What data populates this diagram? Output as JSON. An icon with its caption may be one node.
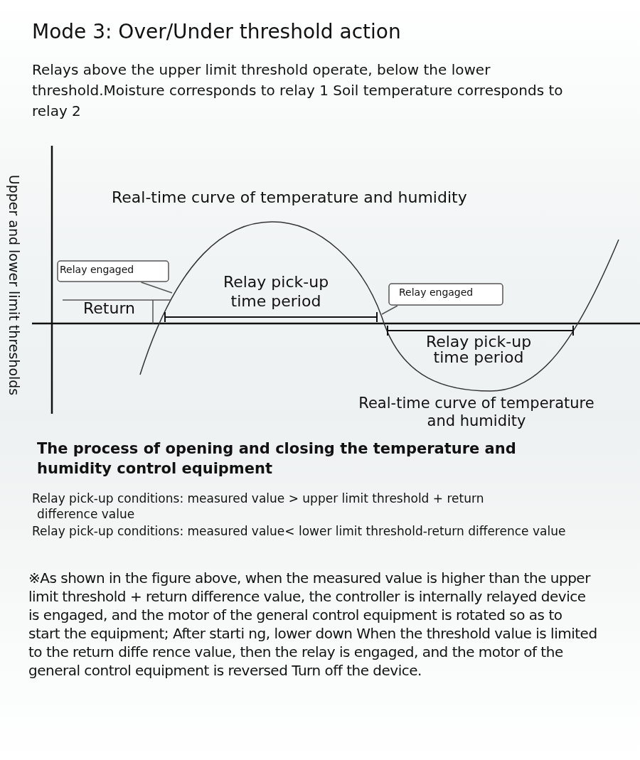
{
  "diagram": {
    "title": "Mode 3: Over/Under threshold action",
    "nodes": [
      {
        "text": [
          "Relay engaged"
        ]
      },
      {
        "text": [
          "Relay engaged"
        ]
      }
    ],
    "edges": [
      {
        "from": 0,
        "to": null,
        "arrow": "none"
      },
      {
        "from": 1,
        "to": null,
        "arrow": "none"
      }
    ],
    "labels": [
      "Relays above the upper limit threshold operate, below the lower threshold.Moisture corresponds to relay 1 Soil temperature corresponds to relay 2",
      "Upper and lower limit thresholds",
      "Real-time curve of temperature and humidity",
      "Return",
      "Relay pick-up time period",
      "Relay pick-up time period",
      "Real-time curve of temperature and humidity",
      "The process of opening and closing the temperature and humidity control equipment",
      "Relay pick-up conditions: measured value > upper limit threshold + return difference value",
      "Relay pick-up conditions: measured value< lower limit threshold-return difference value",
      "※As shown in the figure above, when the measured value is higher than the upper limit threshold + return difference value, the controller is internally relayed device is engaged, and the motor of the general control equipment is rotated so as to start the equipment; After starti ng, lower down When the threshold value is limited to the return diffe rence value, then the relay is engaged, and the motor of the general control equipment is reversed Turn off the device."
    ]
  }
}
